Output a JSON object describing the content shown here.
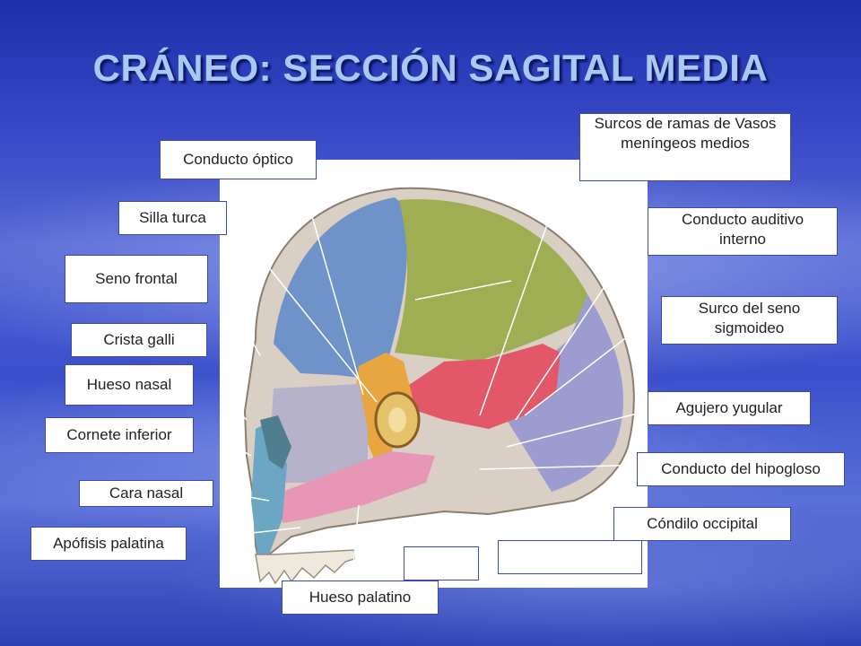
{
  "slide": {
    "title": "CRÁNEO: SECCIÓN SAGITAL MEDIA"
  },
  "labels": {
    "conducto_optico": "Conducto óptico",
    "silla_turca": "Silla turca",
    "seno_frontal": "Seno frontal",
    "crista_galli": "Crista galli",
    "hueso_nasal": "Hueso nasal",
    "cornete_inferior": "Cornete inferior",
    "cara_nasal": "Cara nasal",
    "apofisis_palatina": "Apófisis palatina",
    "hueso_palatino": "Hueso palatino",
    "surcos_ramas": "Surcos de ramas de Vasos meníngeos medios",
    "conducto_auditivo": "Conducto auditivo interno",
    "surco_seno": "Surco del seno sigmoideo",
    "agujero_yugular": "Agujero yugular",
    "conducto_hipogloso": "Conducto del hipogloso",
    "condilo_occipital": "Cóndilo occipital"
  },
  "colors": {
    "frontal": "#6f93c9",
    "parietal": "#9fae52",
    "occipital": "#9d9cd0",
    "temporal": "#e25868",
    "sphenoid": "#e8a640",
    "palate": "#e896b6",
    "maxilla": "#6ba7c2",
    "vomer": "#b7b2cc"
  }
}
